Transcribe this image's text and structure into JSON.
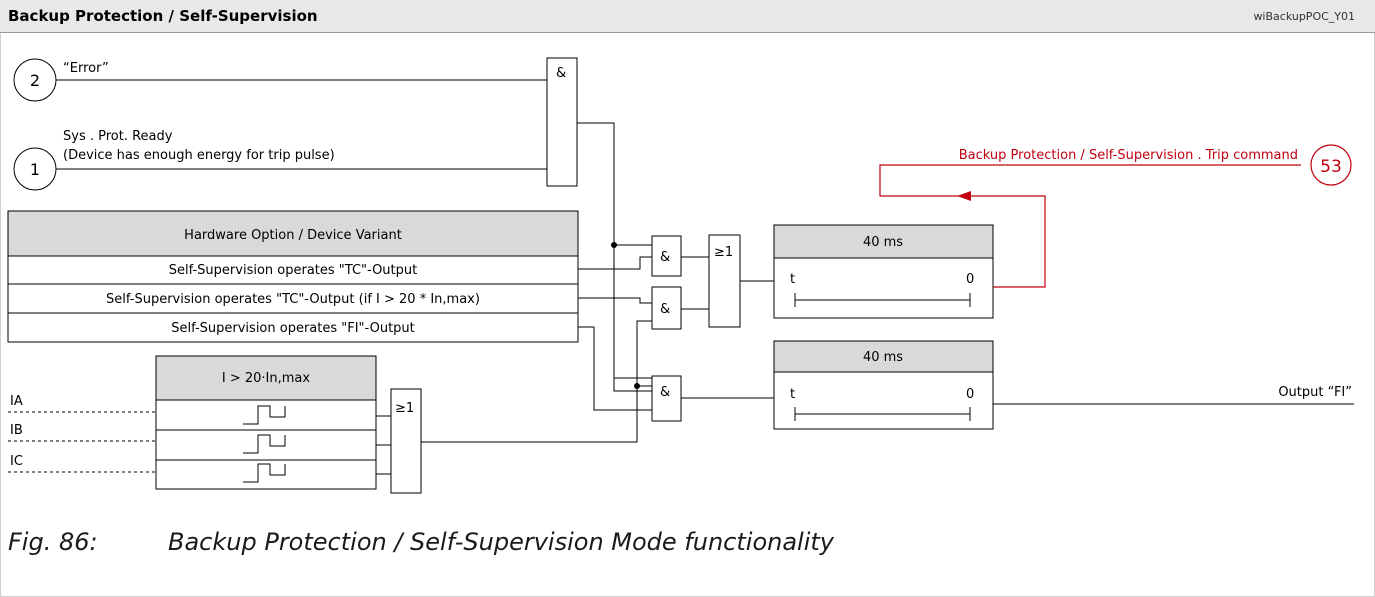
{
  "header": {
    "title": "Backup Protection / Self-Supervision",
    "ref": "wiBackupPOC_Y01"
  },
  "inputs": {
    "error": {
      "num": "2",
      "label": "“Error”"
    },
    "ready": {
      "num": "1",
      "line1": "Sys . Prot. Ready",
      "line2": "(Device has enough energy for trip pulse)"
    },
    "currents": [
      "IA",
      "IB",
      "IC"
    ]
  },
  "hardware_table": {
    "header": "Hardware Option / Device Variant",
    "rows": [
      "Self-Supervision operates \"TC\"-Output",
      "Self-Supervision operates \"TC\"-Output (if I > 20 * In,max)",
      "Self-Supervision operates \"FI\"-Output"
    ]
  },
  "threshold": {
    "header": "I > 20·In,max"
  },
  "gates": {
    "and": "&",
    "or": "≥1"
  },
  "timers": [
    {
      "header": "40 ms",
      "t": "t",
      "zero": "0"
    },
    {
      "header": "40 ms",
      "t": "t",
      "zero": "0"
    }
  ],
  "outputs": {
    "trip_label": "Backup Protection / Self-Supervision . Trip command",
    "trip_num": "53",
    "fi_label": "Output “FI”"
  },
  "caption": {
    "number": "Fig. 86:",
    "text": "Backup Protection / Self-Supervision Mode functionality"
  },
  "colors": {
    "signal_red": "#c0000f",
    "header_gray": "#d9d9d9",
    "line": "#000000"
  }
}
